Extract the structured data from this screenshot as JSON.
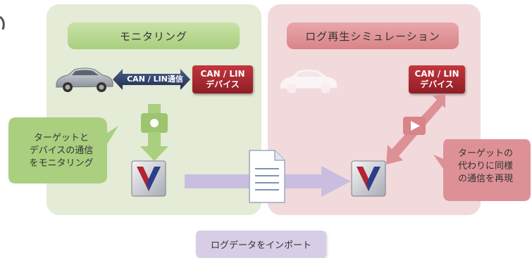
{
  "panels": {
    "left_header": "モニタリング",
    "right_header": "ログ再生シミュレーション"
  },
  "can_link_label": "CAN / LIN通信",
  "device_left": {
    "line1": "CAN / LIN",
    "line2": "デバイス"
  },
  "device_right": {
    "line1": "CAN / LIN",
    "line2": "デバイス"
  },
  "bubble_left": {
    "line1": "ターゲットと",
    "line2": "デバイスの通信",
    "line3": "をモニタリング"
  },
  "bubble_right": {
    "line1": "ターゲットの",
    "line2": "代わりに同様",
    "line3": "の通信を再現"
  },
  "import_label": "ログデータをインポート",
  "colors": {
    "monitor_panel": "#e4ebd6",
    "replay_panel": "#f2d9db",
    "device_red": "#b02a32",
    "can_arrow_navy": "#2c3e66",
    "flow_arrow_lavender": "#c9bedf",
    "green_arrow": "#a9cf7f",
    "pink_arrow": "#dd9196"
  }
}
